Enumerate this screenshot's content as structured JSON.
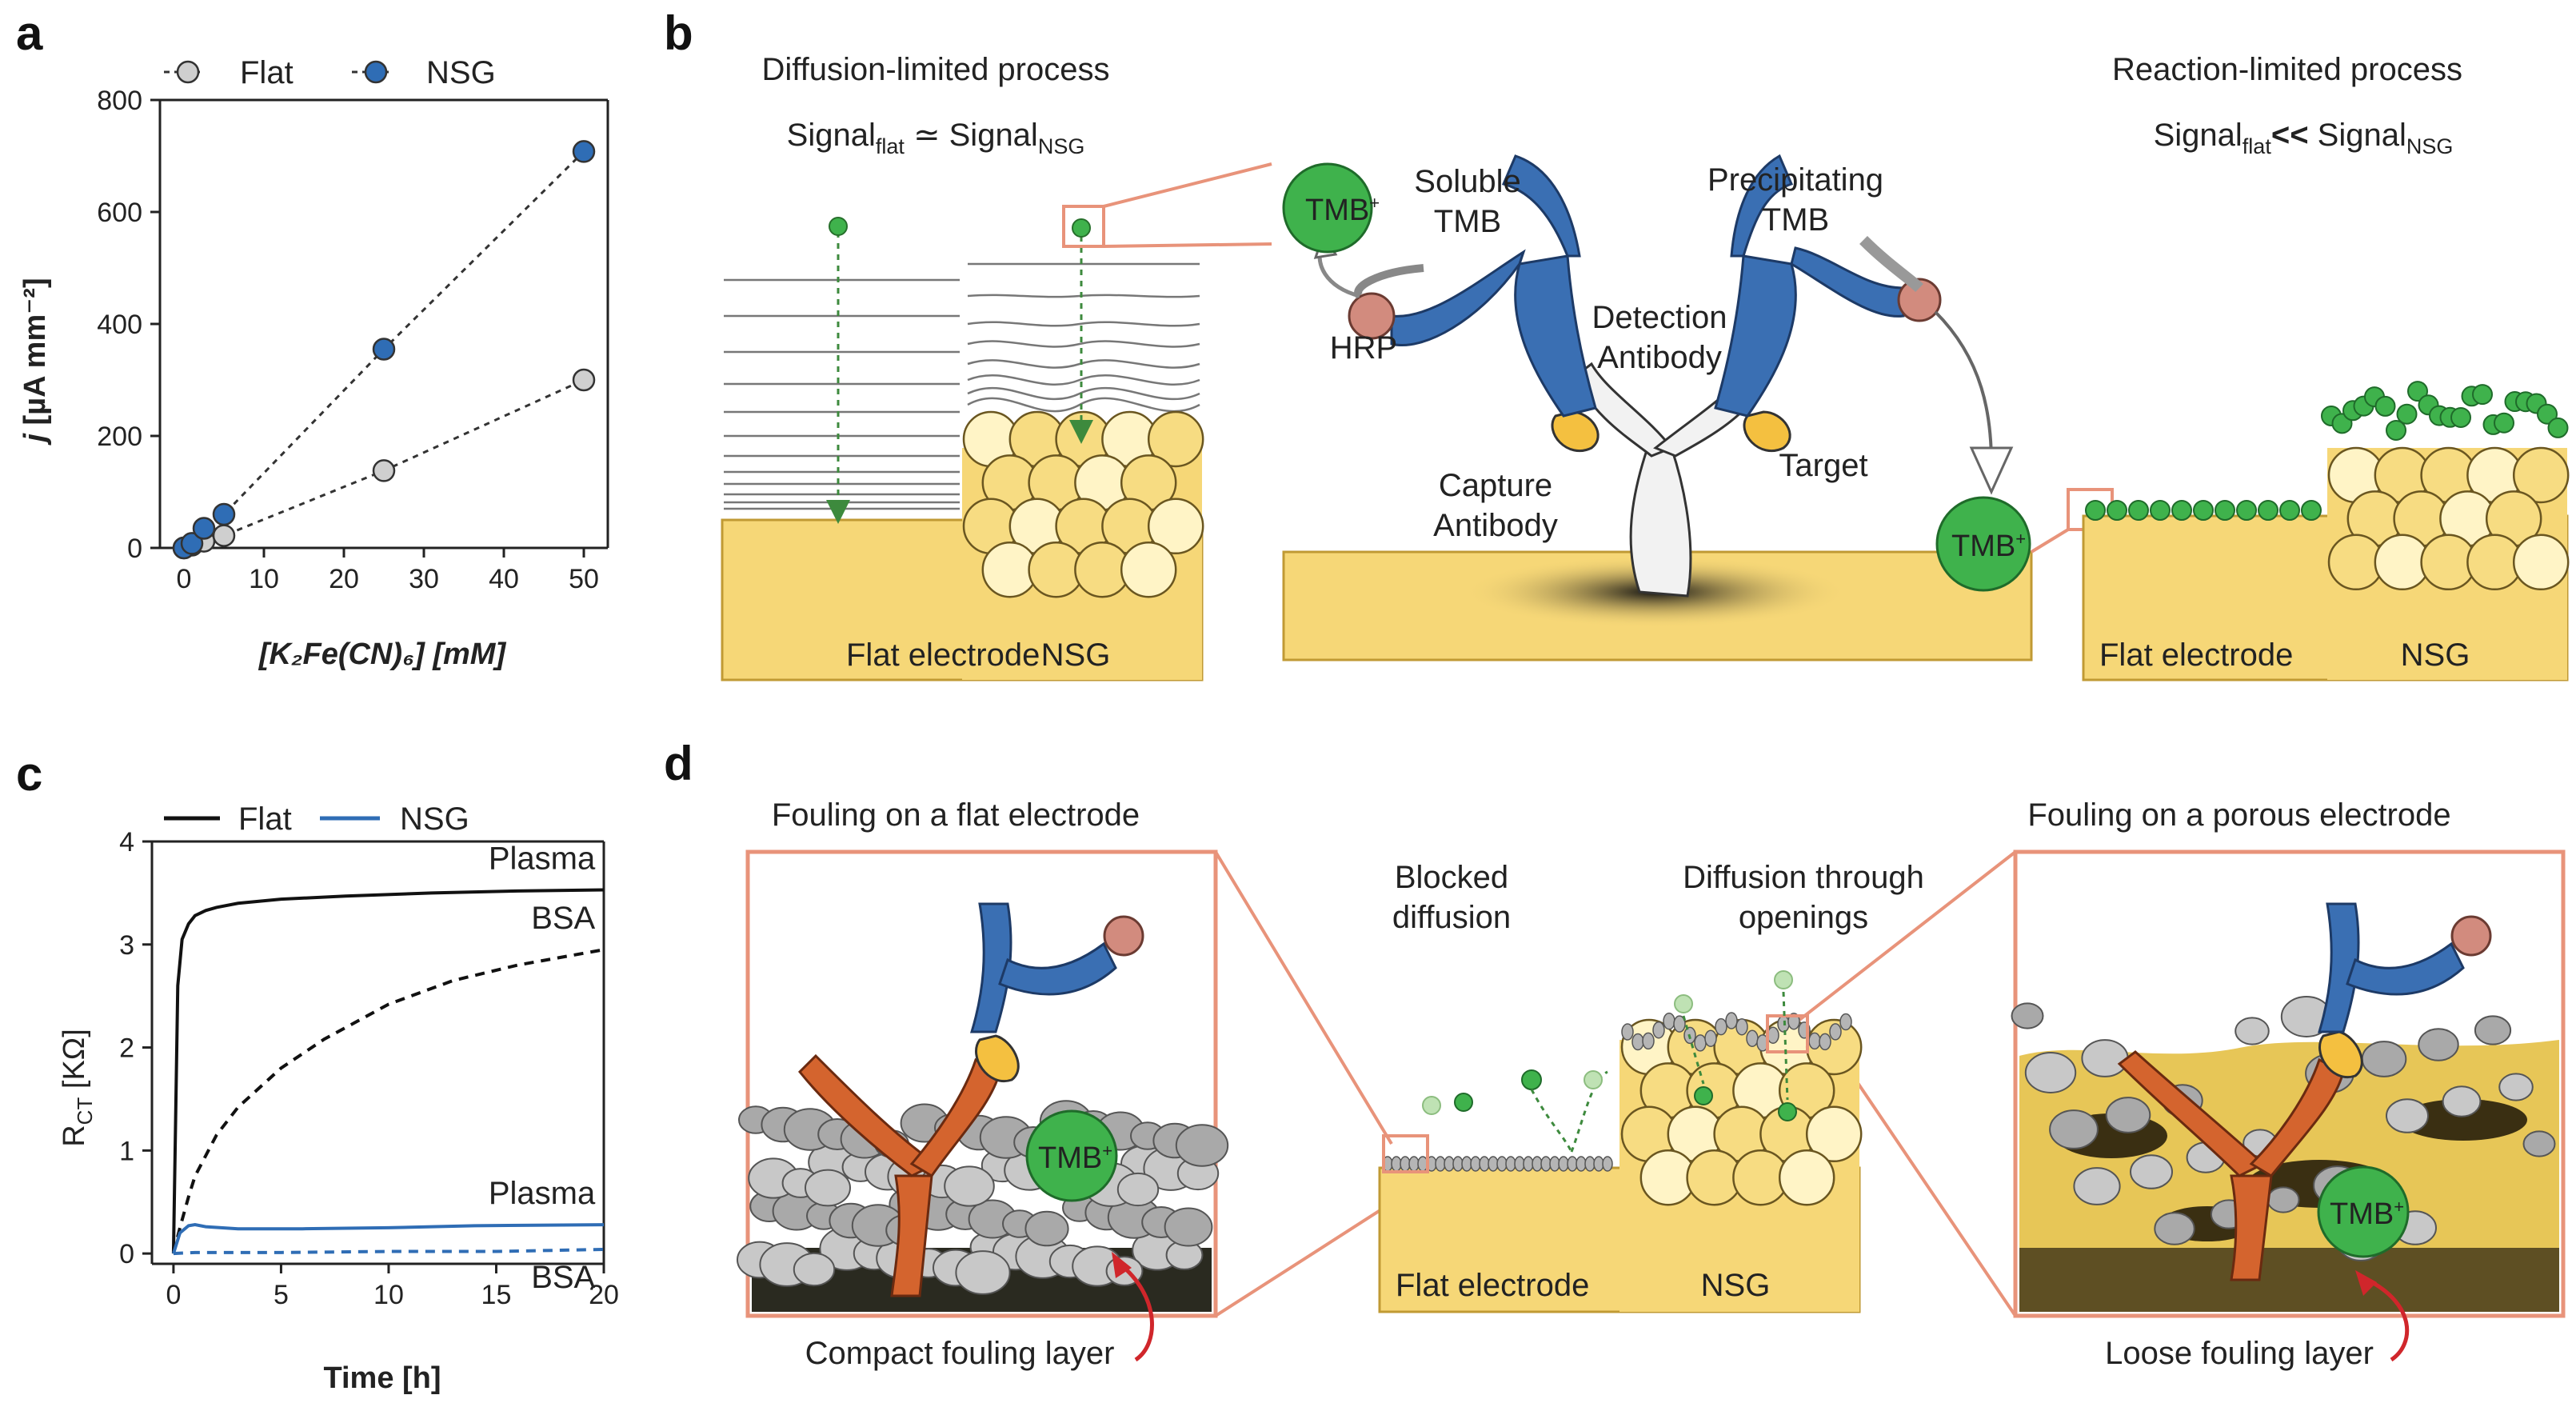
{
  "panels": {
    "a": {
      "letter": "a",
      "chart_data": {
        "type": "scatter",
        "xlabel": "[K₂Fe(CN)₆] [mM]",
        "ylabel_italic": "j",
        "ylabel_rest": " [µA mm⁻²]",
        "xlim": [
          -3,
          53
        ],
        "ylim": [
          0,
          800
        ],
        "xticks": [
          0,
          10,
          20,
          30,
          40,
          50
        ],
        "yticks": [
          0,
          200,
          400,
          600,
          800
        ],
        "legend": [
          "Flat",
          "NSG"
        ],
        "series": [
          {
            "name": "Flat",
            "color": "#cfcfcf",
            "x": [
              0,
              1,
              2.5,
              5,
              25,
              50
            ],
            "y": [
              0,
              5,
              12,
              22,
              138,
              300
            ]
          },
          {
            "name": "NSG",
            "color": "#2f6db5",
            "x": [
              0,
              1,
              2.5,
              5,
              25,
              50
            ],
            "y": [
              0,
              8,
              35,
              60,
              355,
              708
            ]
          }
        ]
      }
    },
    "b": {
      "letter": "b",
      "left_title": "Diffusion-limited process",
      "left_eq_a": "Signal",
      "left_eq_a_sub": "flat",
      "left_eq_op": " ≃ ",
      "left_eq_b": "Signal",
      "left_eq_b_sub": "NSG",
      "right_title": "Reaction-limited process",
      "right_eq_a": "Signal",
      "right_eq_a_sub": "flat",
      "right_eq_op": "<< ",
      "right_eq_b": "Signal",
      "right_eq_b_sub": "NSG",
      "tmb": "TMB",
      "tmb_sup": "+",
      "soluble_tmb": [
        "Soluble",
        "TMB"
      ],
      "precip_tmb": [
        "Precipitating",
        "TMB"
      ],
      "hrp": "HRP",
      "detection": [
        "Detection",
        "Antibody"
      ],
      "capture": [
        "Capture",
        "Antibody"
      ],
      "target": "Target",
      "flat_electrode": "Flat electrode",
      "nsg": "NSG"
    },
    "c": {
      "letter": "c",
      "chart_data": {
        "type": "line",
        "xlabel": "Time [h]",
        "ylabel_main": "R",
        "ylabel_sub": "CT",
        "ylabel_rest": " [KΩ]",
        "xlim": [
          -1,
          20
        ],
        "ylim": [
          -0.1,
          4
        ],
        "xticks": [
          0,
          5,
          10,
          15,
          20
        ],
        "yticks": [
          0,
          1,
          2,
          3,
          4
        ],
        "legend": [
          "Flat",
          "NSG"
        ],
        "series": [
          {
            "name": "Flat",
            "label": "Plasma",
            "color": "#111111",
            "dash": false,
            "x": [
              0,
              0.2,
              0.4,
              0.7,
              1,
              1.5,
              2,
              3,
              5,
              8,
              12,
              16,
              20
            ],
            "y": [
              0,
              2.6,
              3.05,
              3.2,
              3.28,
              3.33,
              3.36,
              3.4,
              3.44,
              3.47,
              3.5,
              3.52,
              3.53
            ]
          },
          {
            "name": "Flat",
            "label": "BSA",
            "color": "#111111",
            "dash": true,
            "x": [
              0,
              0.3,
              0.7,
              1,
              2,
              3,
              5,
              7,
              10,
              13,
              16,
              20
            ],
            "y": [
              0,
              0.25,
              0.55,
              0.75,
              1.15,
              1.42,
              1.8,
              2.08,
              2.42,
              2.65,
              2.8,
              2.95
            ]
          },
          {
            "name": "NSG",
            "label": "Plasma",
            "color": "#2f6db5",
            "dash": false,
            "x": [
              0,
              0.3,
              0.7,
              1,
              1.5,
              3,
              6,
              10,
              14,
              20
            ],
            "y": [
              0,
              0.2,
              0.27,
              0.28,
              0.26,
              0.24,
              0.24,
              0.25,
              0.27,
              0.28
            ]
          },
          {
            "name": "NSG",
            "label": "BSA",
            "color": "#2f6db5",
            "dash": true,
            "x": [
              0,
              1,
              5,
              10,
              15,
              20
            ],
            "y": [
              0,
              0.01,
              0.01,
              0.02,
              0.02,
              0.04
            ]
          }
        ]
      }
    },
    "d": {
      "letter": "d",
      "left_title": "Fouling on a flat electrode",
      "right_title": "Fouling on a porous electrode",
      "blocked": [
        "Blocked",
        "diffusion"
      ],
      "through": [
        "Diffusion through",
        "openings"
      ],
      "compact": "Compact fouling layer",
      "loose": "Loose fouling layer",
      "flat_electrode": "Flat electrode",
      "nsg": "NSG",
      "tmb": "TMB",
      "tmb_sup": "+"
    }
  },
  "colors": {
    "electrode": "#f6d777",
    "electrode_edge": "#b58f2a",
    "sphere": "#f7dc82",
    "sphere_light": "#fff4c6",
    "green": "#3fb24c",
    "antibody_blue": "#3a6fb3",
    "antibody_orange": "#d4642e",
    "hrp": "#d28b7e",
    "salmon": "#e8937a",
    "protein_gray": "#bdbdbd"
  }
}
